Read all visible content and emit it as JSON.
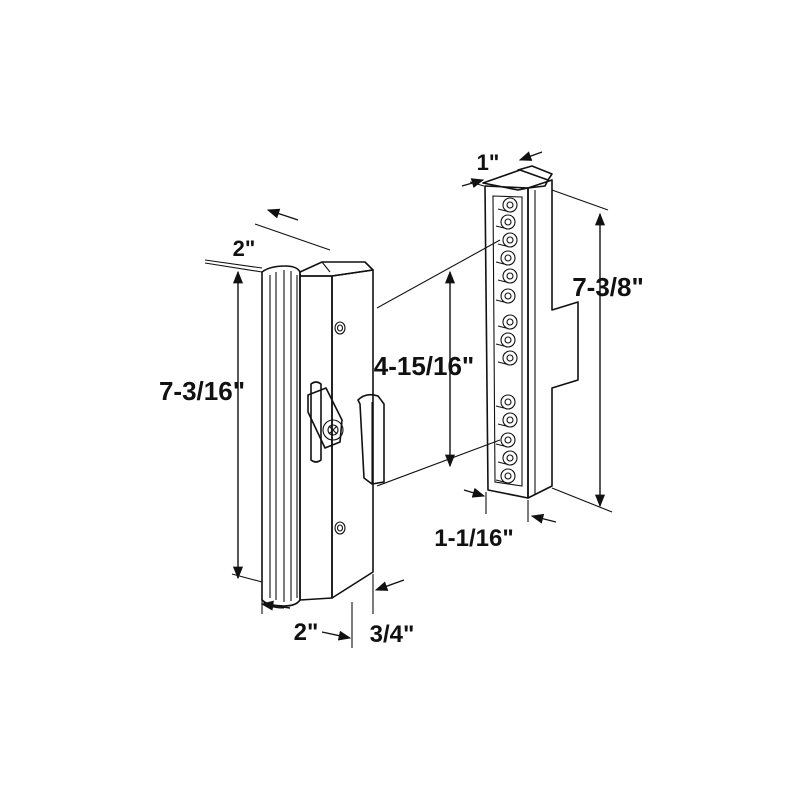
{
  "dimensions": {
    "handle_top_width": "2\"",
    "handle_height": "7-3/16\"",
    "handle_bottom_width": "2\"",
    "handle_depth": "3/4\"",
    "hole_spacing": "4-15/16\"",
    "plate_top_width": "1\"",
    "plate_height": "7-3/8\"",
    "plate_depth": "1-1/16\""
  }
}
